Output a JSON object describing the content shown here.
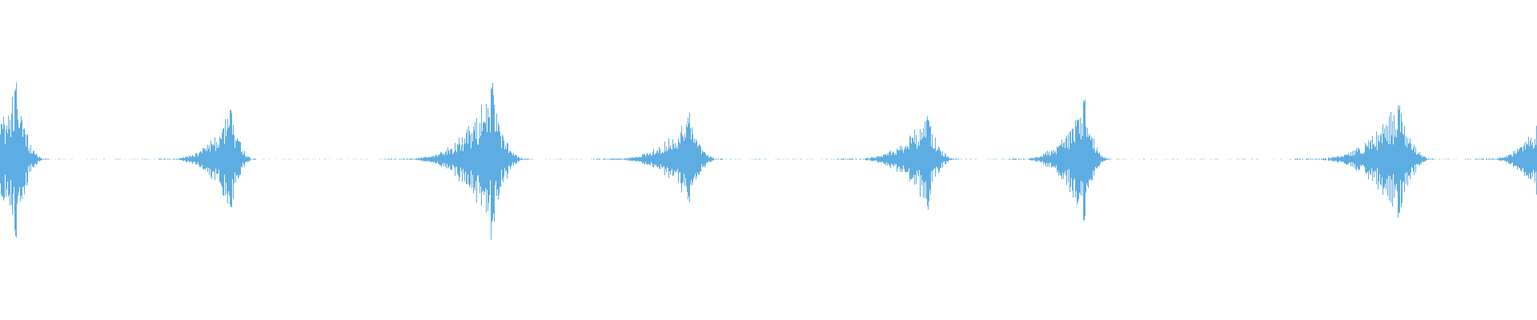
{
  "waveform": {
    "color": "#5dade2",
    "background": "#ffffff",
    "bursts": [
      {
        "position": 0.01,
        "peak": 0.22,
        "width": 0.06
      },
      {
        "position": 0.15,
        "peak": 0.16,
        "width": 0.048
      },
      {
        "position": 0.32,
        "peak": 0.22,
        "width": 0.068
      },
      {
        "position": 0.448,
        "peak": 0.13,
        "width": 0.062
      },
      {
        "position": 0.603,
        "peak": 0.14,
        "width": 0.058
      },
      {
        "position": 0.705,
        "peak": 0.19,
        "width": 0.05
      },
      {
        "position": 0.91,
        "peak": 0.18,
        "width": 0.068
      },
      {
        "position": 1.0,
        "peak": 0.12,
        "width": 0.04
      }
    ]
  }
}
